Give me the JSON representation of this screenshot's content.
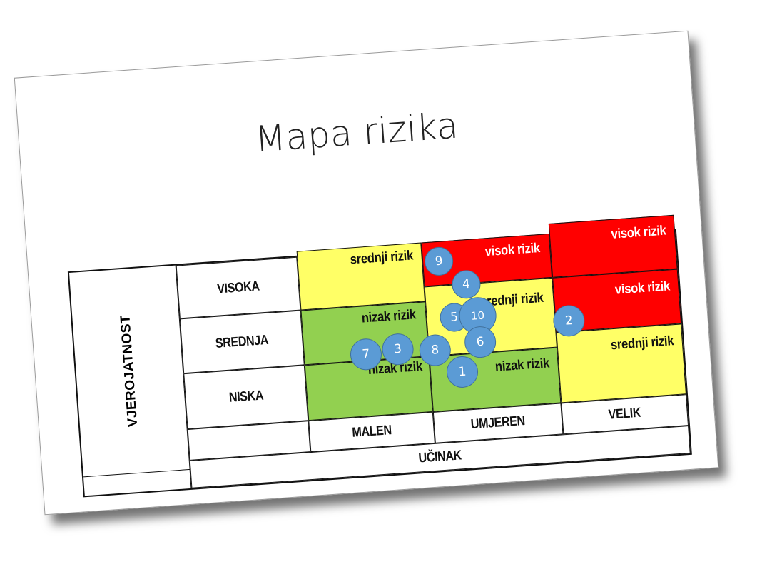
{
  "title": "Mapa rizika",
  "axes": {
    "vertical_label": "VJEROJATNOST",
    "horizontal_label": "UČINAK",
    "rows": [
      "VISOKA",
      "SREDNJA",
      "NISKA"
    ],
    "columns": [
      "MALEN",
      "UMJEREN",
      "VELIK"
    ]
  },
  "zones": [
    {
      "key": "srednji-1",
      "label": "srednji rizik",
      "level": "medium"
    },
    {
      "key": "visok-1",
      "label": "visok rizik",
      "level": "high"
    },
    {
      "key": "visok-2",
      "label": "visok rizik",
      "level": "high"
    },
    {
      "key": "nizak-1",
      "label": "nizak rizik",
      "level": "low"
    },
    {
      "key": "srednji-2",
      "label": "srednji rizik",
      "level": "medium"
    },
    {
      "key": "visok-3",
      "label": "visok rizik",
      "level": "high"
    },
    {
      "key": "nizak-2",
      "label": "nizak rizik",
      "level": "low"
    },
    {
      "key": "nizak-3",
      "label": "nizak rizik",
      "level": "low"
    },
    {
      "key": "srednji-3",
      "label": "srednji rizik",
      "level": "medium"
    }
  ],
  "risks": [
    "1",
    "2",
    "3",
    "4",
    "5",
    "6",
    "7",
    "8",
    "9",
    "10"
  ],
  "colors": {
    "high": "#ff0000",
    "medium": "#ffff66",
    "low": "#92d050",
    "bubble": "#5b9bd5",
    "high_text": "#ffffff",
    "medium_text": "#111111",
    "low_text": "#111111"
  }
}
